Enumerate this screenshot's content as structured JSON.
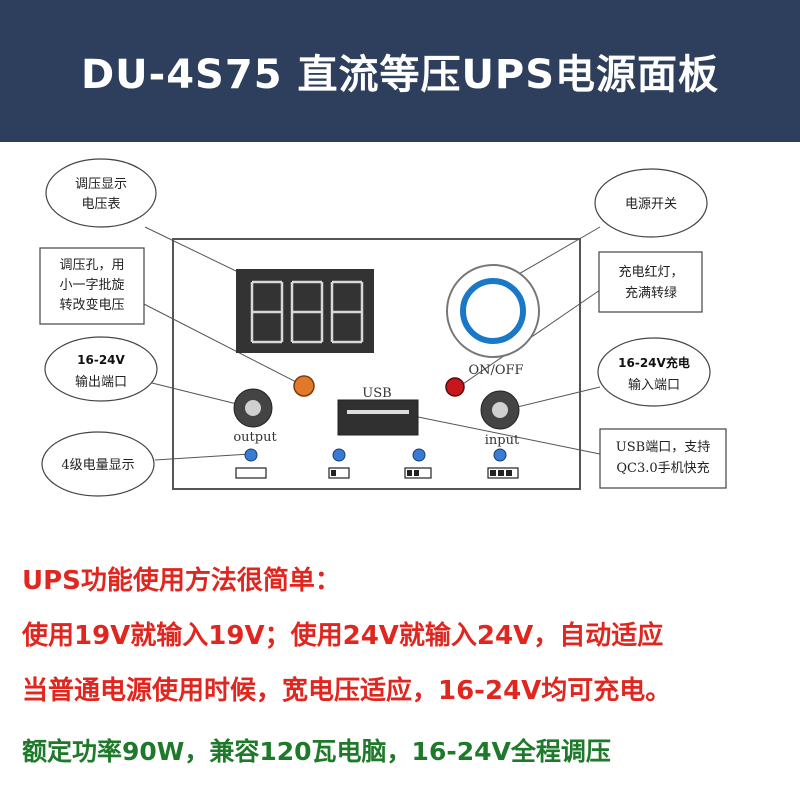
{
  "header": {
    "title": "DU-4S75 直流等压UPS电源面板"
  },
  "callouts": {
    "voltmeter": [
      "调压显示",
      "电压表"
    ],
    "adjust": [
      "调压孔，用",
      "小一字批旋",
      "转改变电压"
    ],
    "output": [
      "16-24V",
      "输出端口"
    ],
    "battery": [
      "4级电量显示"
    ],
    "power": [
      "电源开关"
    ],
    "led": [
      "充电红灯，",
      "充满转绿"
    ],
    "input": [
      "16-24V充电",
      "输入端口"
    ],
    "usb": [
      "USB端口，支持",
      "QC3.0手机快充"
    ]
  },
  "panel": {
    "display": "888",
    "on_off": "ON/OFF",
    "usb": "USB",
    "output": "output",
    "input": "input"
  },
  "colors": {
    "header_bg": "#2d3f5c",
    "red_text": "#e0261f",
    "green_text": "#1e7a2a",
    "display_bg": "#333333",
    "power_ring": "#1a78c8",
    "led_red": "#c8161d",
    "adjust_knob": "#e07a2a",
    "battery_led": "#3a7bd5"
  },
  "body": {
    "line1": "UPS功能使用方法很简单：",
    "line2": "使用19V就输入19V；使用24V就输入24V，自动适应",
    "line3": "当普通电源使用时候，宽电压适应，16-24V均可充电。",
    "line4": "额定功率90W，兼容120瓦电脑，16-24V全程调压"
  }
}
